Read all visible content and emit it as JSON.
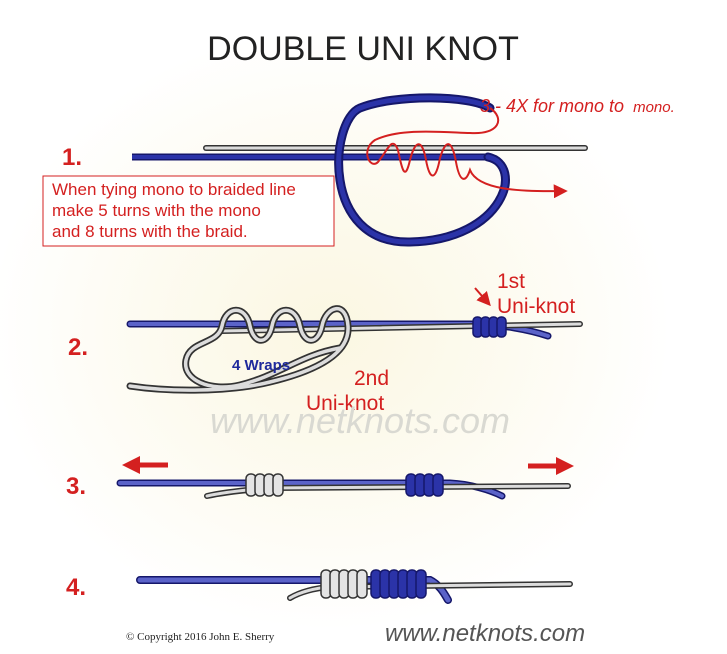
{
  "title": "DOUBLE UNI KNOT",
  "steps": [
    {
      "number": "1."
    },
    {
      "number": "2."
    },
    {
      "number": "3."
    },
    {
      "number": "4."
    }
  ],
  "step1": {
    "turns_prefix": "3 - 4X for mono to",
    "turns_suffix": "mono.",
    "note": {
      "line1": "When tying mono to braided line",
      "line2": "make 5 turns with the mono",
      "line3": "and 8 turns with the braid."
    }
  },
  "step2": {
    "first_line1": "1st",
    "first_line2": "Uni-knot",
    "wraps": "4 Wraps",
    "second_line1": "2nd",
    "second_line2": "Uni-knot"
  },
  "watermark": "www.netknots.com",
  "footer": {
    "copyright": "©  Copyright  2016  John E. Sherry",
    "site": "www.netknots.com"
  },
  "colors": {
    "braid_blue": "#2b33a8",
    "mono_gray": "#dcdcdc",
    "outline": "#333333",
    "accent_red": "#d42020"
  }
}
